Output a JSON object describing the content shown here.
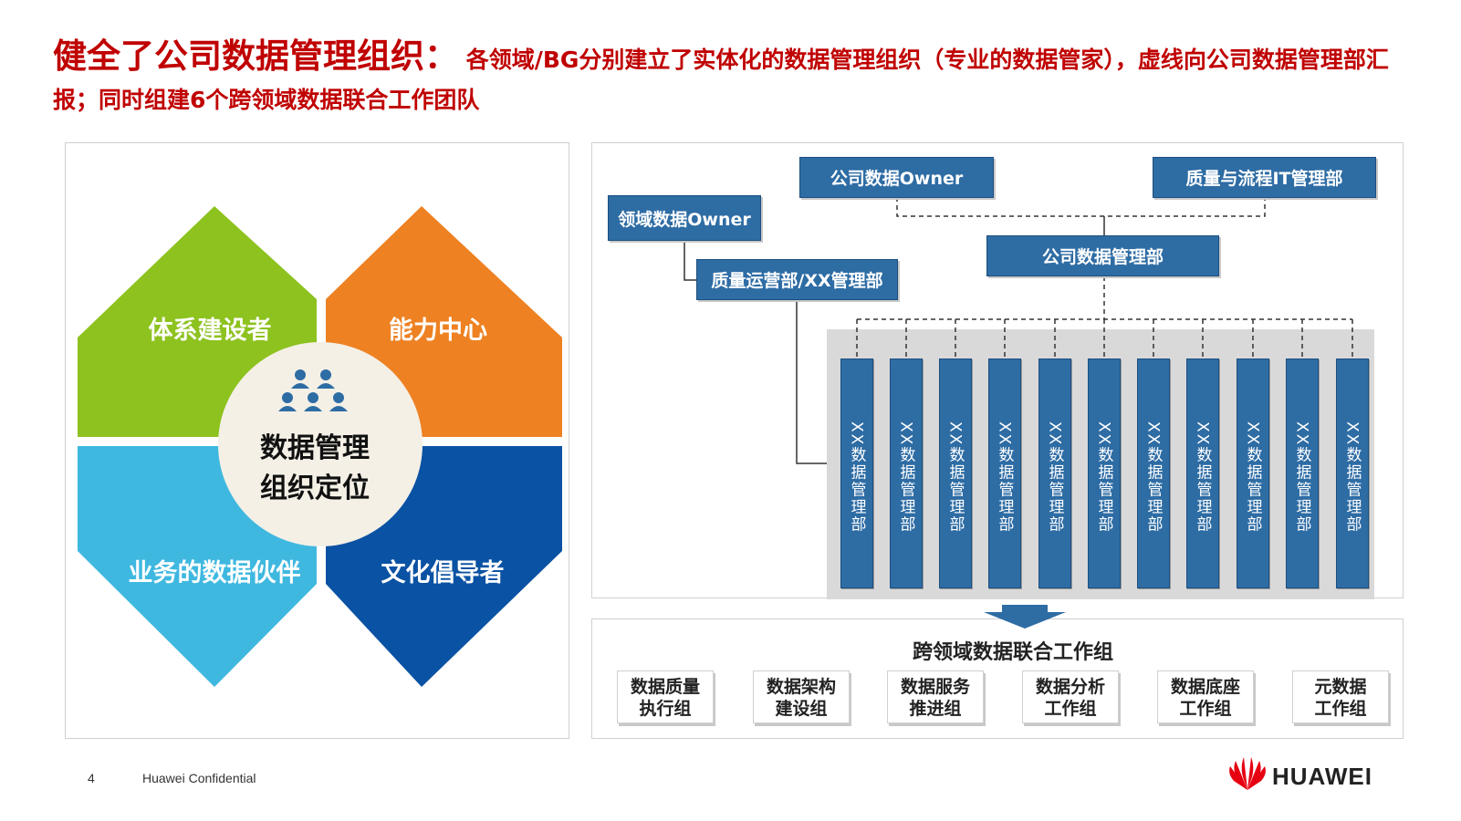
{
  "title": {
    "main": "健全了公司数据管理组织：",
    "rest": " 各领域/BG分别建立了实体化的数据管理组织（专业的数据管家），虚线向公司数据管理部汇报；同时组建6个跨领域数据联合工作团队"
  },
  "left": {
    "petals": {
      "top_left": "体系建设者",
      "top_right": "能力中心",
      "bottom_left": "业务的数据伙伴",
      "bottom_right": "文化倡导者"
    },
    "center_line1": "数据管理",
    "center_line2": "组织定位",
    "colors": {
      "green": "#8dc21f",
      "orange": "#ee8122",
      "lightblue": "#3fb8e0",
      "navy": "#0a52a3"
    }
  },
  "org": {
    "company_owner": "公司数据Owner",
    "quality_it": "质量与流程IT管理部",
    "domain_owner": "领域数据Owner",
    "quality_ops": "质量运营部/XX管理部",
    "company_dept": "公司数据管理部",
    "columns": [
      "XX数据管理部",
      "XX数据管理部",
      "XX数据管理部",
      "XX数据管理部",
      "XX数据管理部",
      "XX数据管理部",
      "XX数据管理部",
      "XX数据管理部",
      "XX数据管理部",
      "XX数据管理部",
      "XX数据管理部"
    ]
  },
  "working_groups": {
    "title": "跨领域数据联合工作组",
    "groups": [
      "数据质量\n执行组",
      "数据架构\n建设组",
      "数据服务\n推进组",
      "数据分析\n工作组",
      "数据底座\n工作组",
      "元数据\n工作组"
    ]
  },
  "footer": {
    "page": "4",
    "confidential": "Huawei Confidential",
    "brand": "HUAWEI"
  }
}
